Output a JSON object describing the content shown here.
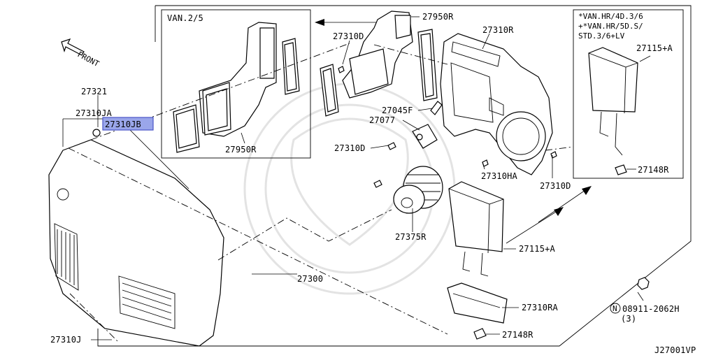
{
  "diagram": {
    "front_label": "FRONT",
    "inset_left": {
      "title": "VAN.2/5",
      "part_label": "27950R"
    },
    "inset_right": {
      "note_lines": [
        "*VAN.HR/4D.3/6",
        "+*VAN.HR/5D.S/",
        "STD.3/6+LV"
      ],
      "part_labels": [
        "27115+A",
        "27148R"
      ]
    },
    "labels": {
      "p27950R_top": "27950R",
      "p27310D_top": "27310D",
      "p27310R": "27310R",
      "p27045F": "27045F",
      "p27077": "27077",
      "p27310D_mid": "27310D",
      "p27310HA": "27310HA",
      "p27310D_right": "27310D",
      "p27375R": "27375R",
      "p27115A": "27115+A",
      "p27310RA": "27310RA",
      "p27148R": "27148R",
      "p27300": "27300",
      "p27321": "27321",
      "p27310JA": "27310JA",
      "p27310JB": "27310JB",
      "p27310J": "27310J",
      "nut_code": "N",
      "nut_part": "08911-2062H",
      "nut_qty": "(3)",
      "diagram_code": "J27001VP"
    },
    "highlight_color": "#9aa6ea"
  }
}
